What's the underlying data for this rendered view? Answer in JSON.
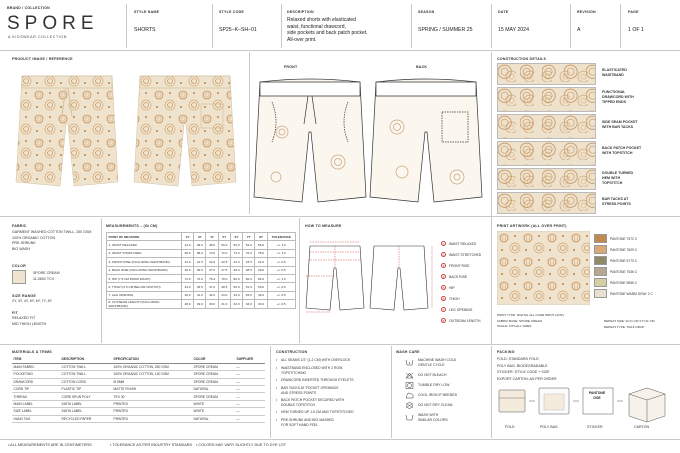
{
  "header": {
    "brand_label": "BRAND / COLLECTION",
    "brand": "SPORE",
    "brand_tag": "A KIDSWEAR COLLECTION",
    "style_name_label": "STYLE NAME",
    "style_name": "SHORTS",
    "style_code_label": "STYLE CODE",
    "style_code": "SP25–K–SH–01",
    "description_label": "DESCRIPTION",
    "description": [
      "Relaxed shorts with elasticated",
      "waist, functional drawcord,",
      "side pockets and back patch pocket.",
      "All-over print."
    ],
    "season_label": "SEASON",
    "season": "SPRING / SUMMER 25",
    "date_label": "DATE",
    "date": "15 MAY 2024",
    "revision_label": "REVISION",
    "revision": "A",
    "page_label": "PAGE",
    "page": "1 OF 1"
  },
  "product_image": {
    "title": "PRODUCT IMAGE / REFERENCE"
  },
  "sketch": {
    "front": "FRONT",
    "back": "BACK"
  },
  "construction_details": {
    "title": "CONSTRUCTION DETAILS",
    "items": [
      [
        "ELASTICATED",
        "WAISTBAND"
      ],
      [
        "FUNCTIONAL",
        "DRAWCORD WITH",
        "TIPPED ENDS"
      ],
      [
        "SIDE SEAM POCKET",
        "WITH BAR TACKS"
      ],
      [
        "BACK PATCH POCKET",
        "WITH TOPSTITCH"
      ],
      [
        "DOUBLE TURNED",
        "HEM WITH",
        "TOPSTITCH"
      ],
      [
        "BAR TACKS AT",
        "STRESS POINTS"
      ]
    ]
  },
  "fabric": {
    "title": "FABRIC",
    "lines": [
      "GARMENT WASHED COTTON TWILL, 250 GSM",
      "100% ORGANIC COTTON",
      "PRE-SHRUNK",
      "BIO WASH"
    ],
    "color_title": "COLOR",
    "color_name": "SPORE CREAM",
    "color_code": "11-0602 TCX",
    "color_hex": "#efe4cf",
    "size_title": "SIZE RANGE",
    "sizes": "2Y, 3Y, 4Y, 5Y, 6Y, 7Y, 8Y",
    "fit_title": "FIT",
    "fit": "RELAXED FIT",
    "fit2": "MID THIGH LENGTH"
  },
  "measurements": {
    "title": "MEASUREMENTS – (IN CM)",
    "headers": [
      "POINT OF MEASURE",
      "2Y",
      "3Y",
      "4Y",
      "5Y",
      "6Y",
      "7Y",
      "8Y",
      "TOLERANCE"
    ],
    "rows": [
      [
        "1. WAIST RELAXED",
        "44.0",
        "46.0",
        "48.0",
        "50.0",
        "52.0",
        "54.0",
        "56.0",
        "+/- 1.0"
      ],
      [
        "2. WAIST STRETCHED",
        "66.0",
        "68.0",
        "70.0",
        "72.0",
        "74.0",
        "76.0",
        "78.0",
        "+/- 1.0"
      ],
      [
        "3. FRONT RISE (INCLUDING WAISTBAND)",
        "21.0",
        "21.5",
        "22.0",
        "22.5",
        "23.0",
        "23.5",
        "24.0",
        "+/- 0.5"
      ],
      [
        "4. BACK RISE (INCLUDING WAISTBAND)",
        "26.0",
        "26.5",
        "27.0",
        "27.5",
        "28.0",
        "28.5",
        "29.0",
        "+/- 0.5"
      ],
      [
        "5. HIP (7.5 CM FROM WAIST)",
        "72.0",
        "74.0",
        "76.0",
        "78.0",
        "80.0",
        "82.0",
        "84.0",
        "+/- 1.0"
      ],
      [
        "6. THIGH (2.5 CM BELOW CROTCH)",
        "44.0",
        "45.5",
        "47.0",
        "48.5",
        "50.0",
        "51.5",
        "53.0",
        "+/- 0.5"
      ],
      [
        "7. LEG OPENING",
        "40.0",
        "41.0",
        "42.0",
        "43.0",
        "44.0",
        "45.0",
        "46.0",
        "+/- 0.5"
      ],
      [
        "8. OUTSEAM LENGTH (INCLUDING WAISTBAND)",
        "28.0",
        "29.0",
        "30.0",
        "31.0",
        "32.0",
        "33.0",
        "34.0",
        "+/- 0.5"
      ]
    ]
  },
  "how_to_measure": {
    "title": "HOW TO MEASURE",
    "items": [
      "WAIST RELAXED",
      "WAIST STRETCHED",
      "FRONT RISE",
      "BACK RISE",
      "HIP",
      "THIGH",
      "LEG OPENING",
      "OUTSEAM LENGTH"
    ]
  },
  "print_artwork": {
    "title": "PRINT ARTWORK (ALL OVER PRINT)",
    "swatches": [
      {
        "name": "PANTONE 7572 C",
        "hex": "#c08a4e"
      },
      {
        "name": "PANTONE 7509 C",
        "hex": "#d8a877"
      },
      {
        "name": "PANTONE 5773 C",
        "hex": "#8d8a68"
      },
      {
        "name": "PANTONE 7536 C",
        "hex": "#b4a98e"
      },
      {
        "name": "PANTONE 5855 C",
        "hex": "#d3cfa3"
      },
      {
        "name": "PANTONE WARM GRAY 2 C",
        "hex": "#e9dfcf"
      }
    ],
    "print_type_label": "PRINT TYPE:",
    "print_type": "DIGITAL ALL OVER PRINT (AOP)",
    "fabric_base_label": "FABRIC BASE:",
    "fabric_base": "SPORE CREAM",
    "scale_label": "SCALE:",
    "scale": "FITS ALL SIZES",
    "repeat_size_label": "REPEAT SIZE:",
    "repeat_size": "W 21 CM X H 21 CM",
    "repeat_type_label": "REPEAT TYPE:",
    "repeat_type": "HALF DROP"
  },
  "materials": {
    "title": "MATERIALS & TRIMS",
    "headers": [
      "ITEM",
      "DESCRIPTION",
      "SPECIFICATION",
      "COLOR",
      "SUPPLIER"
    ],
    "rows": [
      [
        "MAIN FABRIC",
        "COTTON TWILL",
        "100% ORGANIC COTTON, 250 GSM",
        "SPORE CREAM",
        "—"
      ],
      [
        "POCKETING",
        "COTTON TWILL",
        "100% ORGANIC COTTON, 120 GSM",
        "SPORE CREAM",
        "—"
      ],
      [
        "DRAWCORD",
        "COTTON CORD",
        "Ø 5MM",
        "SPORE CREAM",
        "—"
      ],
      [
        "CORD TIP",
        "PLASTIC TIP",
        "MATTE FINISH",
        "NATURAL",
        "—"
      ],
      [
        "THREAD",
        "CORE SPUN POLY",
        "TEX 30",
        "SPORE CREAM",
        "—"
      ],
      [
        "MAIN LABEL",
        "SATIN LABEL",
        "PRINTED",
        "WHITE",
        "—"
      ],
      [
        "SIZE LABEL",
        "SATIN LABEL",
        "PRINTED",
        "WHITE",
        "—"
      ],
      [
        "HANG TAG",
        "RECYCLED PAPER",
        "PRINTED",
        "NATURAL",
        "—"
      ]
    ]
  },
  "construction": {
    "title": "CONSTRUCTION",
    "items": [
      [
        "ALL SEAMS 1/2\" (1.2 CM) WITH OVERLOCK"
      ],
      [
        "WAISTBAND ENCLOSED WITH 2 ROW",
        "TOPSTITCHING"
      ],
      [
        "DRAWCORD INSERTED THROUGH EYELETS"
      ],
      [
        "BAR TACKS AT POCKET OPENINGS",
        "AND STRESS POINTS"
      ],
      [
        "BACK PATCH POCKET SECURED WITH",
        "DOUBLE TOPSTITCH"
      ],
      [
        "HEM TURNED UP 1.5 CM AND TOPSTITCHED"
      ],
      [
        "PRE-SHRUNK AND BIO-WASHED",
        "FOR SOFT HAND FEEL"
      ]
    ]
  },
  "wash_care": {
    "title": "WASH CARE",
    "items": [
      [
        "MACHINE WASH COLD",
        "GENTLE CYCLE"
      ],
      [
        "DO NOT BLEACH"
      ],
      [
        "TUMBLE DRY LOW"
      ],
      [
        "COOL IRON IF NEEDED"
      ],
      [
        "DO NOT DRY CLEAN"
      ],
      [
        "WASH WITH",
        "SIMILAR COLORS"
      ]
    ]
  },
  "packing": {
    "title": "PACKING",
    "lines": [
      "FOLD: STANDARD FOLD",
      "POLY BAG: BIODEGRADABLE",
      "STICKER: STYLE CODE + SIZE",
      "EXPORT CARTON: AS PER ORDER"
    ],
    "steps": [
      "FOLD",
      "POLY BAG",
      "STICKER",
      "CARTON"
    ],
    "sticker_text": [
      "PANTONE",
      "DOE"
    ]
  },
  "footer": [
    "• ALL MEASUREMENTS ARE IN CENTIMETERS",
    "• TOLERANCE AS PER INDUSTRY STANDARD",
    "• COLORS MAY VARY SLIGHTLY DUE TO DYE LOT"
  ]
}
